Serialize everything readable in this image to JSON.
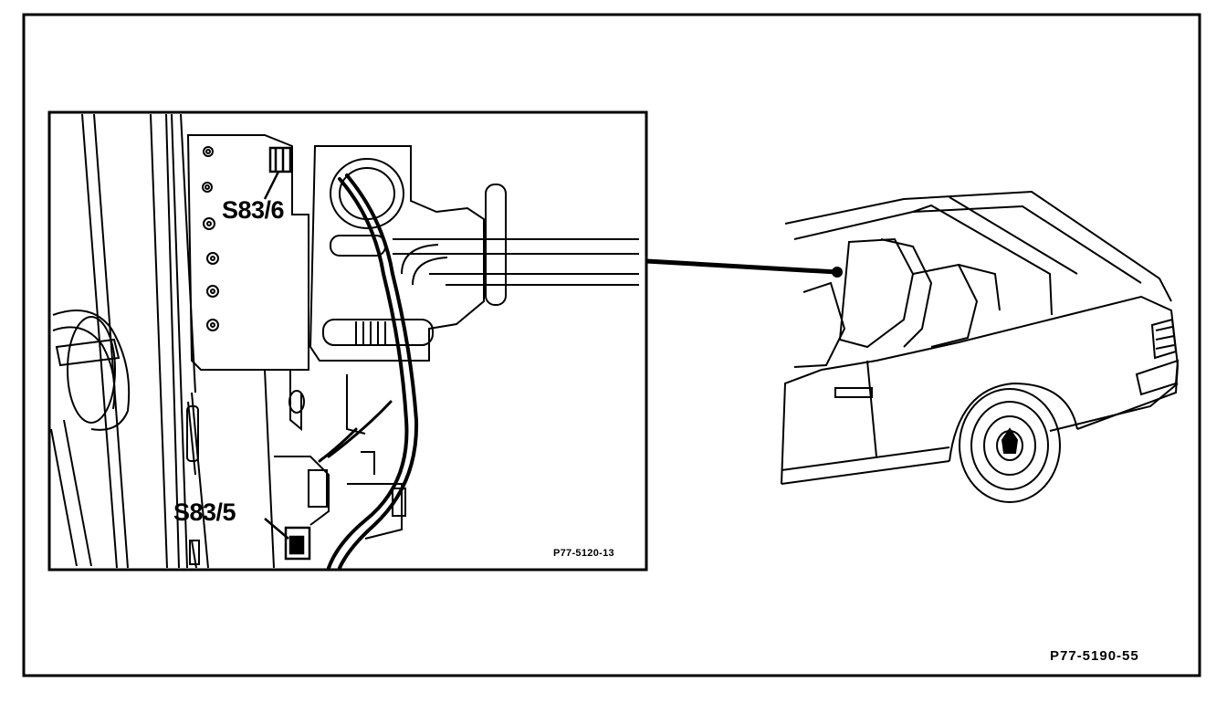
{
  "callouts": {
    "upper_switch": "S83/6",
    "lower_switch": "S83/5"
  },
  "figure_numbers": {
    "detail": "P77-5120-13",
    "main": "P77-5190-55"
  },
  "colors": {
    "ink": "#000000",
    "paper": "#ffffff"
  }
}
